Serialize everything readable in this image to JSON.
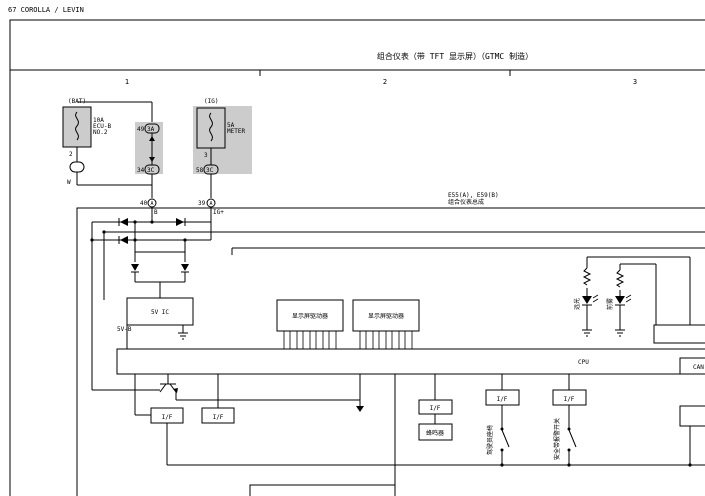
{
  "page_header": "67  COROLLA / LEVIN",
  "diagram_title": "组合仪表（带 TFT 显示屏）（GTMC 制造）",
  "columns": [
    "1",
    "2",
    "3"
  ],
  "fuses": [
    {
      "label": "(BAT)",
      "rating": "10A",
      "name": "ECU-B",
      "no": "NO.2",
      "pin_top": "2",
      "pin_bottom": "",
      "wire": "W"
    },
    {
      "label": "(IG)",
      "rating": "5A",
      "name": "METER",
      "pin_top": "3",
      "pin_conn": "3C",
      "pin_left": "58"
    }
  ],
  "junction": {
    "top_conn": "3A",
    "top_pin": "49",
    "bottom_conn": "3C",
    "bottom_pin": "34"
  },
  "connector_labels": {
    "b_pin": "40",
    "b_conn": "A",
    "b_wire": "B",
    "ig_pin": "39",
    "ig_conn": "A",
    "ig_wire": "IG+"
  },
  "meter_assembly": {
    "code": "E55(A), E59(B)",
    "name": "组合仪表总成"
  },
  "blocks": {
    "regulator": "5V IC",
    "regulator_out": "5V-B",
    "display_driver_1": "显示屏驱动器",
    "display_driver_2": "显示屏驱动器",
    "cpu": "CPU",
    "can": "CAN",
    "if_1": "I/F",
    "if_2": "I/F",
    "if_3": "I/F",
    "if_4": "I/F",
    "if_5": "I/F",
    "buzzer": "蜂鸣器"
  },
  "leds": [
    {
      "label": "远光"
    },
    {
      "label": "前雾"
    }
  ],
  "switches": [
    {
      "label": "驾驶员座椅"
    },
    {
      "label": "安全带报警开关"
    }
  ]
}
